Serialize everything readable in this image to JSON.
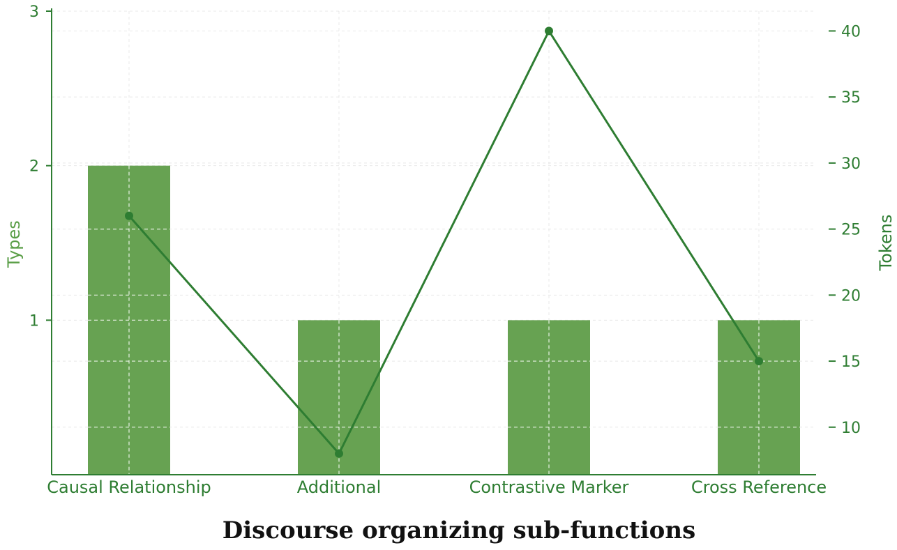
{
  "chart_data": {
    "type": "bar",
    "categories": [
      "Causal Relationship",
      "Additional",
      "Contrastive Marker",
      "Cross Reference"
    ],
    "series": [
      {
        "name": "Types",
        "type": "bar",
        "axis": "left",
        "values": [
          2,
          1,
          1,
          1
        ]
      },
      {
        "name": "Tokens",
        "type": "line",
        "axis": "right",
        "values": [
          26,
          8,
          40,
          15
        ]
      }
    ],
    "xlabel": "Discourse organizing sub-functions",
    "ylabel": "Types",
    "ylabel_right": "Tokens",
    "ylim": [
      0,
      3
    ],
    "ylim_right": [
      6.4,
      41.5
    ],
    "yticks": [
      1,
      2,
      3
    ],
    "yticks_right": [
      10,
      15,
      20,
      25,
      30,
      35,
      40
    ],
    "grid": true,
    "colors": {
      "bar": "#67a252",
      "line": "#2e7d32",
      "axis": "#2e7d32",
      "grid": "#d9d9d9"
    }
  }
}
